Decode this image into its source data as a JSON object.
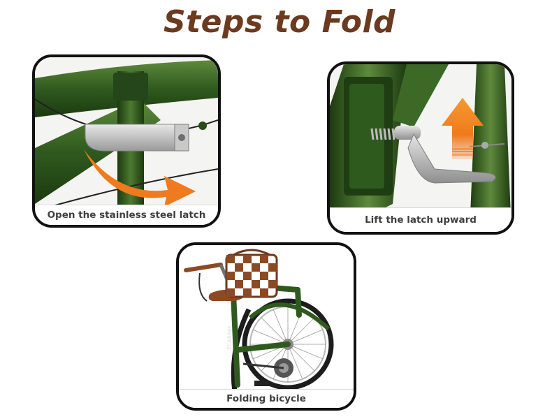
{
  "page": {
    "title": "Steps to Fold",
    "title_color": "#6b3a1f",
    "frame_green": "#2f5a1e",
    "accent_orange": "#f07a1e"
  },
  "steps": [
    {
      "caption": "Open the stainless steel latch",
      "image": "frame-latch-open-photo"
    },
    {
      "caption": "Lift the latch upward",
      "image": "latch-lever-lift-photo"
    },
    {
      "caption": "Folding bicycle",
      "image": "folded-bicycle-photo"
    }
  ],
  "folded_bike": {
    "frame_brand_text": "ECARPAT"
  }
}
